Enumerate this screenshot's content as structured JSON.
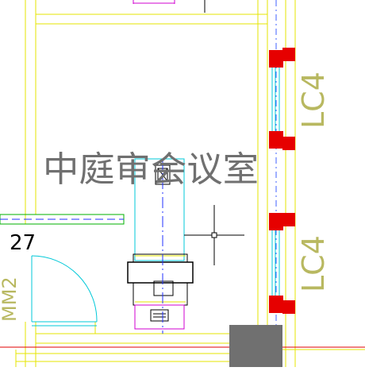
{
  "drawing": {
    "room_name": "中庭审会议室",
    "window_label_upper": "LC4",
    "window_label_lower": "LC4",
    "room_number": "27",
    "door_label": "MM2"
  },
  "colors": {
    "background": "#ffffff",
    "wall_lines": "#e6e600",
    "window_glass": "#00c8d8",
    "column_marker": "#e60000",
    "room_text": "#707070",
    "window_text": "#b8b860",
    "furniture": "#000000",
    "magenta": "#d000d0",
    "green": "#00b000",
    "blue": "#2030ff",
    "red_line": "#e00000",
    "grey_block": "#707070"
  },
  "icons": {
    "crosshair": "cad-crosshair-cursor"
  }
}
